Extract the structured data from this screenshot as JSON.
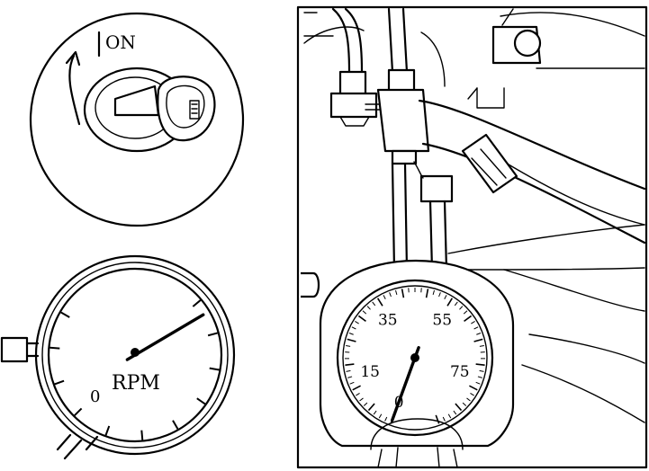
{
  "ignition": {
    "on_label": "ON"
  },
  "tachometer": {
    "unit_label": "RPM",
    "zero_label": "0",
    "needle_fraction": 0.72
  },
  "pressure_gauge": {
    "scale_labels": [
      "0",
      "15",
      "35",
      "55",
      "75"
    ],
    "scale_min": 0,
    "scale_max": 90,
    "reading": 0
  }
}
